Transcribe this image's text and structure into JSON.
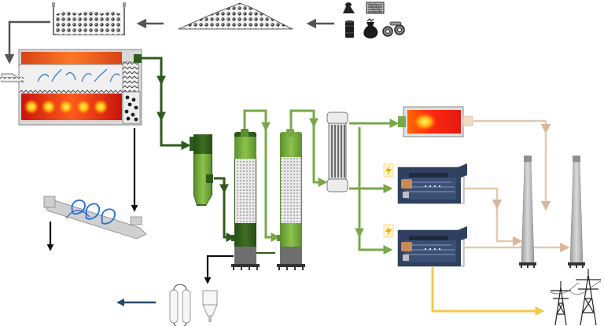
{
  "diagram": {
    "background": "#ffffff",
    "colors": {
      "feed_arrow": "#555555",
      "raw_gas_green": "#2f5a1e",
      "clean_gas_green": "#78a84a",
      "flue_gas_beige": "#e3c9b0",
      "power_yellow": "#f2c94c",
      "char_black": "#111111",
      "return_navy": "#2b4a6b",
      "furnace_hot": "#ff3a1a",
      "furnace_glow": "#ffd23a",
      "steel_gray": "#bdbdbd",
      "engine_navy": "#2f4060"
    },
    "icons": {
      "feedstock_samples": [
        "biomass-pile-icon",
        "plastic-scrap-icon",
        "oil-drum-icon",
        "waste-bag-icon",
        "tires-icon"
      ],
      "hazard_symbol": "lightning-bolt-icon",
      "grid_symbol": "power-pylon-icon"
    },
    "units": [
      "feedstock-samples",
      "feedstock-pile",
      "feed-hopper",
      "pyrolysis-kiln",
      "char-screw-conveyor",
      "cyclone",
      "scrubber-column-1",
      "scrubber-column-2",
      "gas-cooler",
      "thermal-oxidizer",
      "gas-engine-1",
      "gas-engine-2",
      "exhaust-stack-1",
      "exhaust-stack-2",
      "water-tanks",
      "power-pylons"
    ],
    "streams": [
      "feedstock-to-pile",
      "pile-to-hopper",
      "hopper-to-kiln",
      "kiln-gas-to-cyclone",
      "kiln-char-to-conveyor",
      "cyclone-to-scrubber-1",
      "scrubber-1-to-scrubber-2",
      "scrubber-2-to-cooler",
      "cooler-to-oxidizer",
      "cooler-to-engines",
      "oxidizer-flue-to-stack",
      "engine-exhaust-to-stacks",
      "electricity-to-grid",
      "liquid-drain-to-tanks",
      "tanks-return"
    ]
  }
}
